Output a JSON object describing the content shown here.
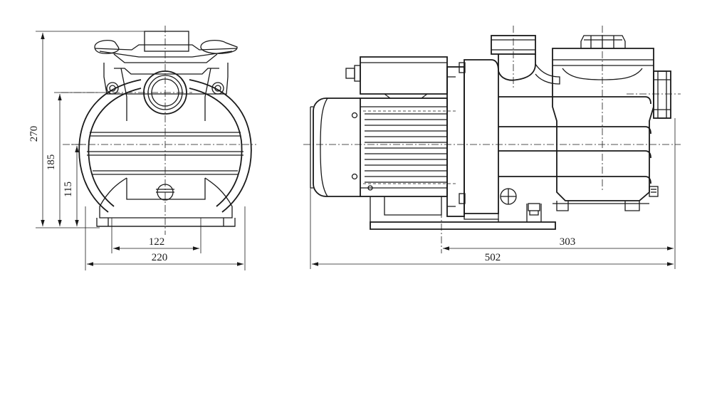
{
  "dimensions": {
    "front_height_total": "270",
    "front_height_axis": "185",
    "front_height_base": "115",
    "front_width_feet": "122",
    "front_width_total": "220",
    "side_length_to_foot": "303",
    "side_length_total": "502"
  },
  "colors": {
    "line": "#1a1a1a",
    "background": "#ffffff"
  }
}
